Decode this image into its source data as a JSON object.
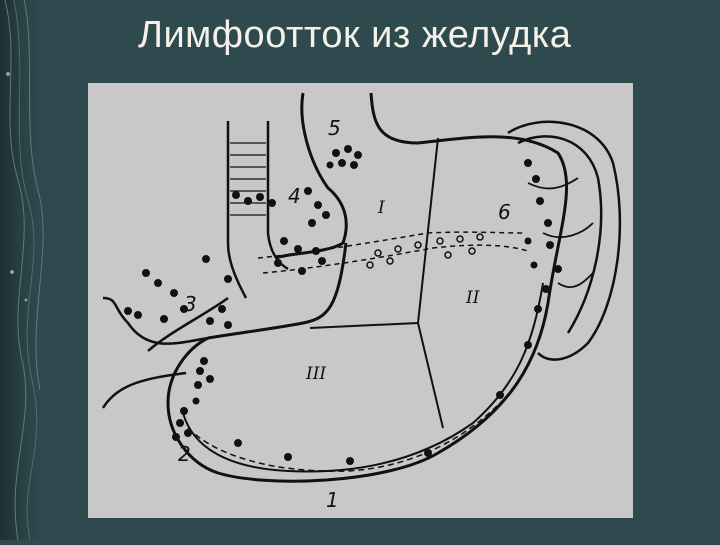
{
  "slide": {
    "title": "Лимфоотток из желудка",
    "background": "#2f4a4f",
    "title_color": "#f4f1e8"
  },
  "figure": {
    "background": "#c8c8c8",
    "labels": {
      "n1": "1",
      "n2": "2",
      "n3": "3",
      "n4": "4",
      "n5": "5",
      "n6": "6",
      "zone_i": "I",
      "zone_ii": "II",
      "zone_iii": "III"
    }
  }
}
